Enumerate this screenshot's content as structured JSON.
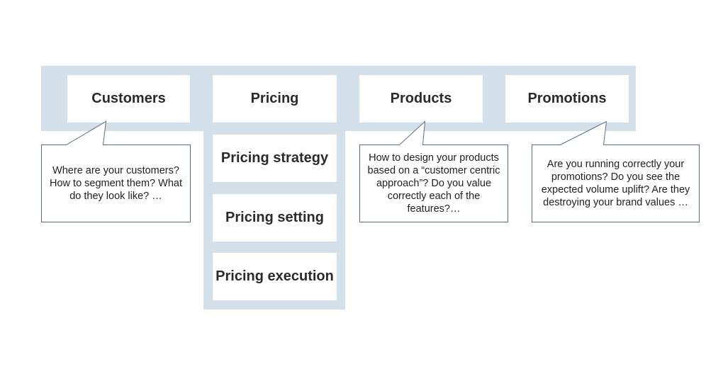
{
  "categories": {
    "customers": "Customers",
    "pricing": "Pricing",
    "products": "Products",
    "promotions": "Promotions"
  },
  "pricing_items": [
    "Pricing strategy",
    "Pricing setting",
    "Pricing execution"
  ],
  "callouts": {
    "customers": "Where are your customers? How to segment them? What do they look like? …",
    "products": "How to design your products based on a “customer centric approach”? Do you value correctly each of the features?…",
    "promotions": "Are you running correctly your promotions? Do you see the expected volume uplift? Are they destroying your brand values …"
  },
  "colors": {
    "band": "#d3dfe9",
    "box": "#ffffff",
    "bubble_border": "#5a6f85",
    "text": "#2b2b2b"
  }
}
